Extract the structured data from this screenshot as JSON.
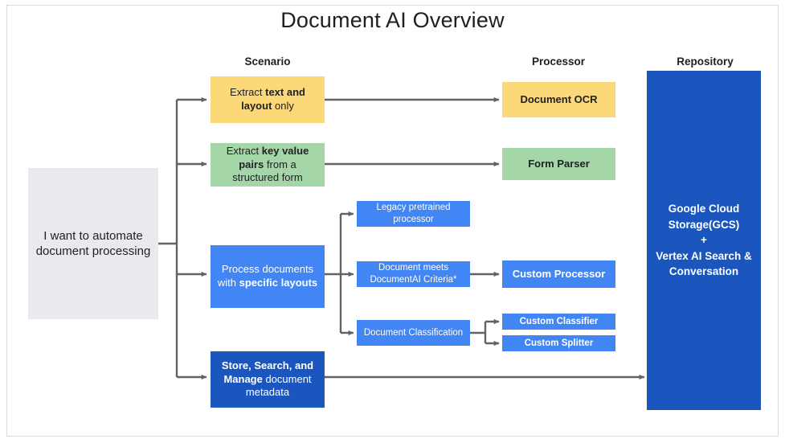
{
  "page": {
    "title": "Document AI Overview",
    "frame_border_color": "#d9d9d9",
    "background": "#ffffff"
  },
  "colors": {
    "yellow": "#fbd979",
    "green": "#a5d6a7",
    "blue": "#4285f4",
    "dark_blue": "#1a56be",
    "grey": "#e8eaed",
    "connector": "#5f6368",
    "text_dark": "#202124",
    "text_light": "#ffffff"
  },
  "column_headers": [
    {
      "label": "Scenario"
    },
    {
      "label": "Processor"
    },
    {
      "label": "Repository"
    }
  ],
  "input": {
    "label": "I want to automate document processing"
  },
  "scenarios": [
    {
      "id": "extract-text-layout",
      "parts": [
        {
          "text": "Extract ",
          "bold": false
        },
        {
          "text": "text and layout",
          "bold": true
        },
        {
          "text": " only",
          "bold": false
        }
      ],
      "plain": "Extract text and layout only",
      "color": "yellow"
    },
    {
      "id": "extract-key-value-pairs",
      "parts": [
        {
          "text": "Extract ",
          "bold": false
        },
        {
          "text": "key value pairs",
          "bold": true
        },
        {
          "text": " from a structured form",
          "bold": false
        }
      ],
      "plain": "Extract key value pairs from a structured form",
      "color": "green"
    },
    {
      "id": "process-specific-layouts",
      "parts": [
        {
          "text": "Process documents with ",
          "bold": false
        },
        {
          "text": "specific layouts",
          "bold": true
        }
      ],
      "plain": "Process documents with specific layouts",
      "color": "blue"
    },
    {
      "id": "store-search-manage",
      "parts": [
        {
          "text": "Store, Search, and Manage",
          "bold": true
        },
        {
          "text": " document metadata",
          "bold": false
        }
      ],
      "plain": "Store, Search, and Manage document metadata",
      "color": "dark_blue"
    }
  ],
  "middle_nodes": [
    {
      "id": "legacy-pretrained-processor",
      "label": "Legacy pretrained processor",
      "color": "blue"
    },
    {
      "id": "document-meets-criteria",
      "label": "Document meets DocumentAI Criteria*",
      "color": "blue"
    },
    {
      "id": "document-classification",
      "label": "Document Classification",
      "color": "blue"
    }
  ],
  "processors": [
    {
      "id": "document-ocr",
      "label": "Document OCR",
      "color": "yellow"
    },
    {
      "id": "form-parser",
      "label": "Form Parser",
      "color": "green"
    },
    {
      "id": "custom-processor",
      "label": "Custom Processor",
      "color": "blue"
    },
    {
      "id": "custom-classifier",
      "label": "Custom Classifier",
      "color": "blue"
    },
    {
      "id": "custom-splitter",
      "label": "Custom Splitter",
      "color": "blue"
    }
  ],
  "repository": {
    "lines": [
      "Google Cloud",
      "Storage(GCS)",
      "+",
      "Vertex AI Search &",
      "Conversation"
    ]
  }
}
